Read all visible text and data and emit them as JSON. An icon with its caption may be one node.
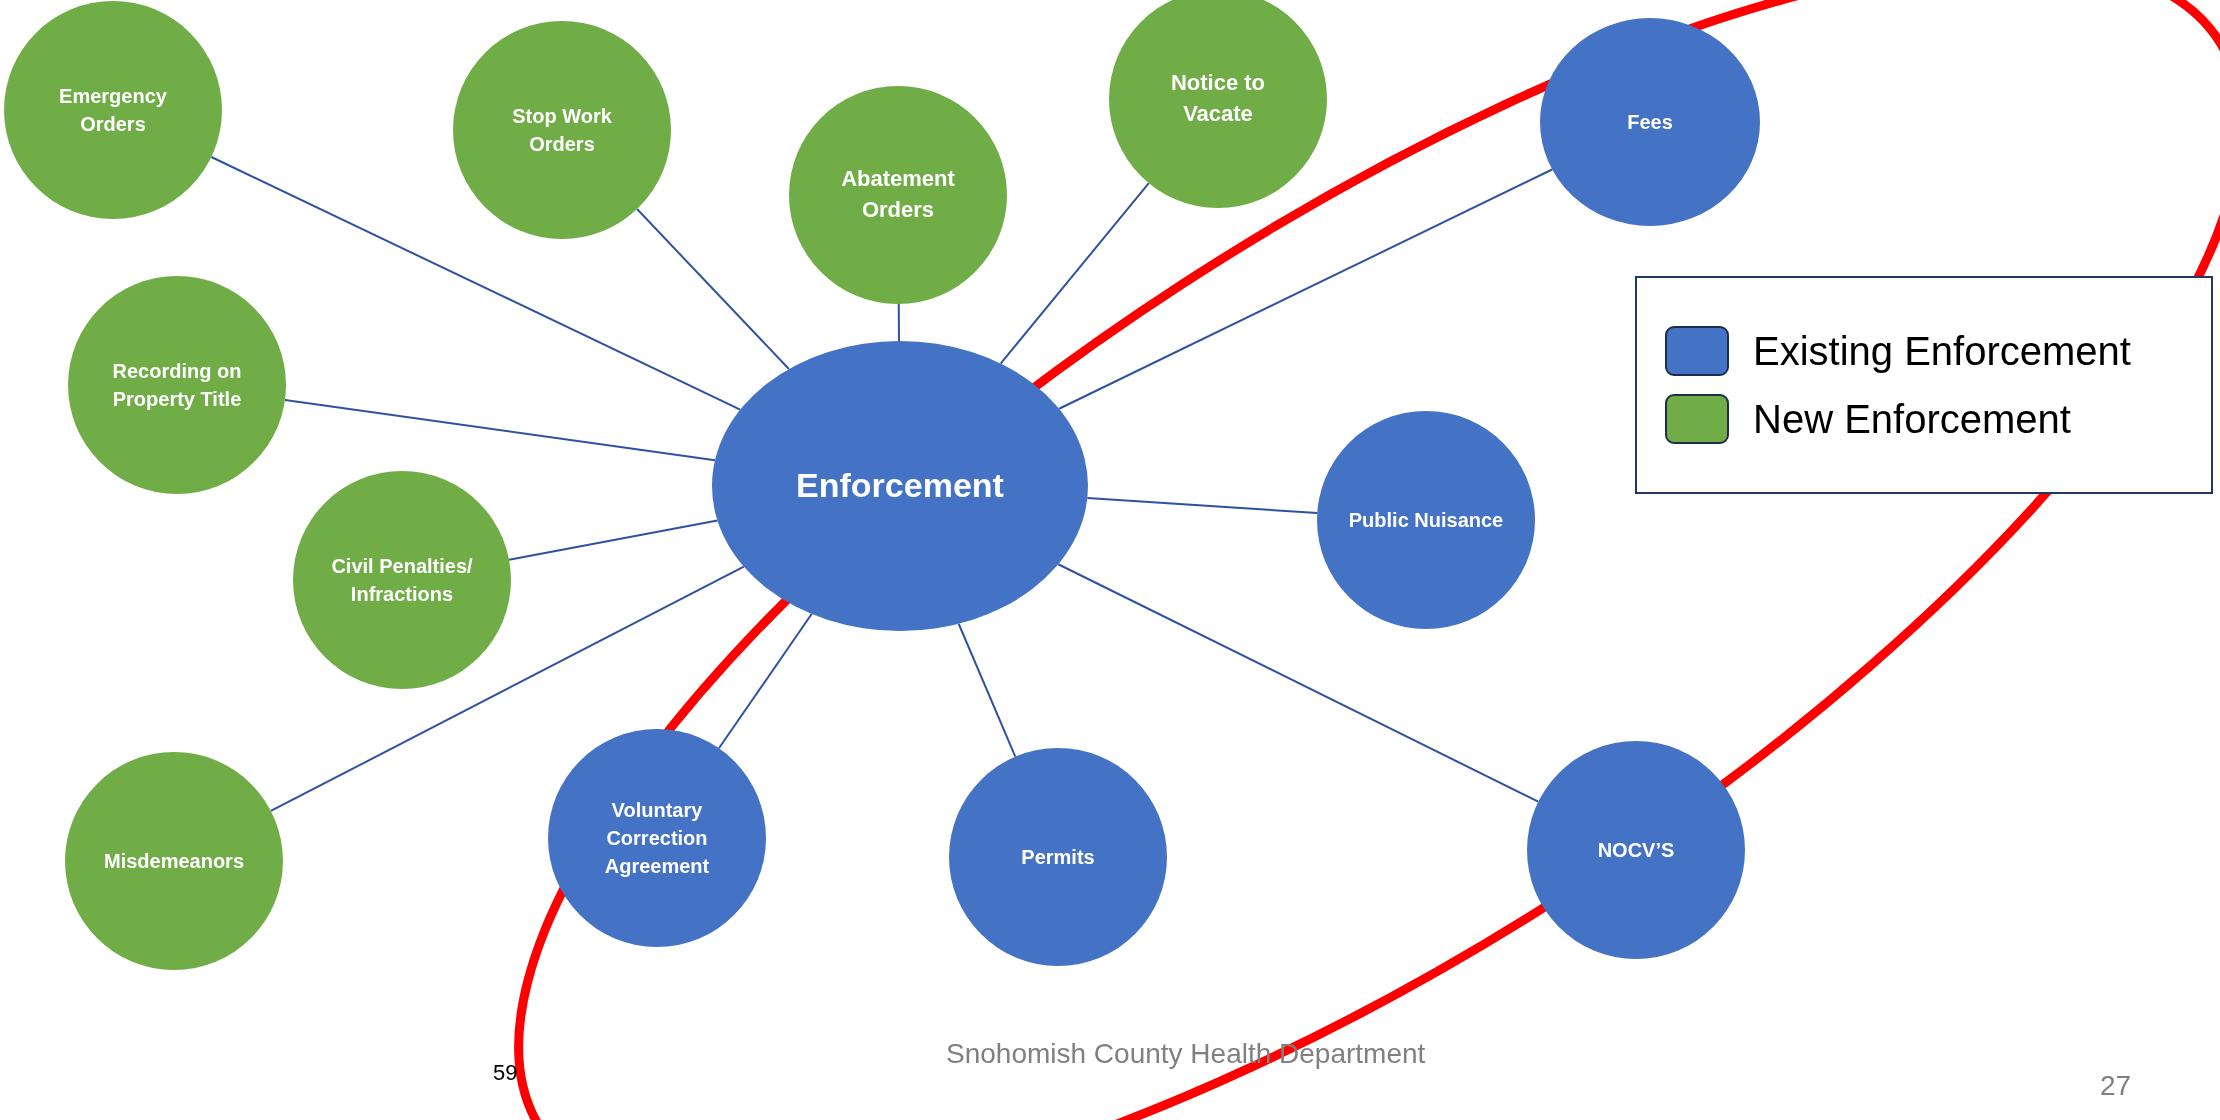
{
  "diagram": {
    "nodes": [
      {
        "text": [
          "Enforcement"
        ]
      },
      {
        "text": [
          "Emergency Orders"
        ]
      },
      {
        "text": [
          "Stop Work Orders"
        ]
      },
      {
        "text": [
          "Abatement Orders"
        ]
      },
      {
        "text": [
          "Notice to Vacate"
        ]
      },
      {
        "text": [
          "Fees"
        ]
      },
      {
        "text": [
          "Recording on Property Title"
        ]
      },
      {
        "text": [
          "Civil Penalties/ Infractions"
        ]
      },
      {
        "text": [
          "Public Nuisance"
        ]
      },
      {
        "text": [
          "Misdemeanors"
        ]
      },
      {
        "text": [
          "Voluntary Correction Agreement"
        ]
      },
      {
        "text": [
          "Permits"
        ]
      },
      {
        "text": [
          "NOCV’S"
        ]
      }
    ],
    "edges": [
      {
        "from": 0,
        "to": 1,
        "arrow": "none"
      },
      {
        "from": 0,
        "to": 2,
        "arrow": "none"
      },
      {
        "from": 0,
        "to": 3,
        "arrow": "none"
      },
      {
        "from": 0,
        "to": 4,
        "arrow": "none"
      },
      {
        "from": 0,
        "to": 5,
        "arrow": "none"
      },
      {
        "from": 0,
        "to": 6,
        "arrow": "none"
      },
      {
        "from": 0,
        "to": 7,
        "arrow": "none"
      },
      {
        "from": 0,
        "to": 8,
        "arrow": "none"
      },
      {
        "from": 0,
        "to": 9,
        "arrow": "none"
      },
      {
        "from": 0,
        "to": 10,
        "arrow": "none"
      },
      {
        "from": 0,
        "to": 11,
        "arrow": "none"
      },
      {
        "from": 0,
        "to": 12,
        "arrow": "none"
      }
    ],
    "labels": [
      "Snohomish County Health Department",
      "59",
      "27"
    ],
    "legend": [
      {
        "text": "Existing Enforcement",
        "color": "#4472c4"
      },
      {
        "text": "New Enforcement",
        "color": "#70ad47"
      }
    ]
  }
}
